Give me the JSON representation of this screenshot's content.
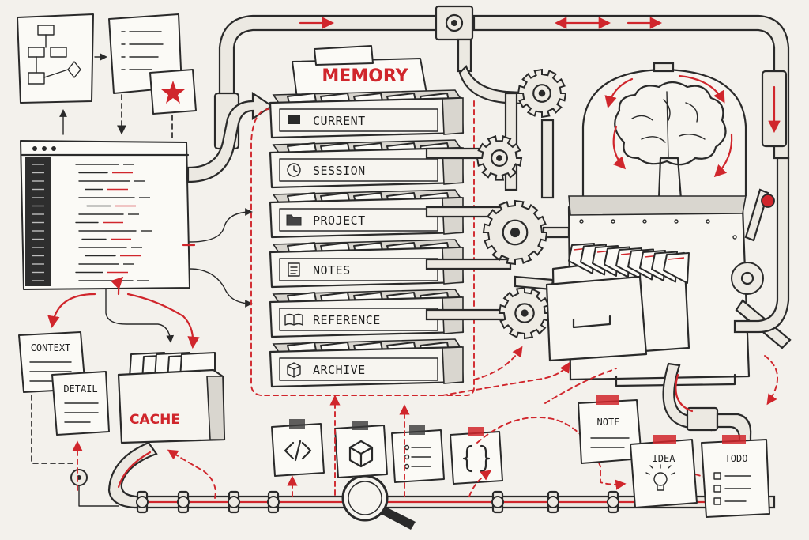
{
  "memory": {
    "title": "MEMORY",
    "drawers": [
      {
        "label": "CURRENT",
        "icon": "monitor-icon"
      },
      {
        "label": "SESSION",
        "icon": "clock-icon"
      },
      {
        "label": "PROJECT",
        "icon": "folder-icon"
      },
      {
        "label": "NOTES",
        "icon": "notes-icon"
      },
      {
        "label": "REFERENCE",
        "icon": "book-icon"
      },
      {
        "label": "ARCHIVE",
        "icon": "box-icon"
      }
    ]
  },
  "cache": {
    "label": "CACHE"
  },
  "left_notes": {
    "context": "CONTEXT",
    "detail": "DETAIL"
  },
  "right_notes": {
    "note": "NOTE",
    "idea": "IDEA",
    "todo": "TODO"
  },
  "bottom_notes": [
    {
      "icon": "code-icon"
    },
    {
      "icon": "cube-icon"
    },
    {
      "icon": "checklist-icon"
    },
    {
      "icon": "braces-icon"
    }
  ],
  "colors": {
    "ink": "#2a2a2a",
    "accent": "#d0262c",
    "paper": "#f3f1ec"
  }
}
